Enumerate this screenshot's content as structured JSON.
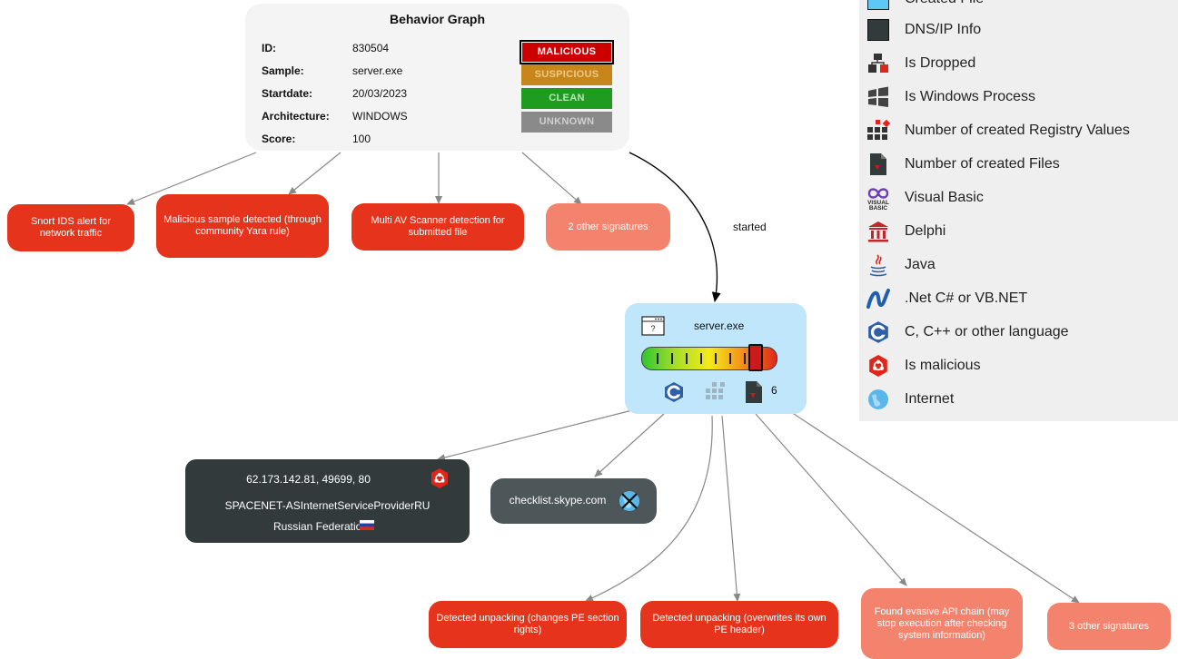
{
  "header": {
    "title": "Behavior Graph",
    "labels": {
      "id": "ID:",
      "sample": "Sample:",
      "startdate": "Startdate:",
      "architecture": "Architecture:",
      "score": "Score:"
    },
    "values": {
      "id": "830504",
      "sample": "server.exe",
      "startdate": "20/03/2023",
      "architecture": "WINDOWS",
      "score": "100"
    },
    "verdicts": [
      "MALICIOUS",
      "SUSPICIOUS",
      "CLEAN",
      "UNKNOWN"
    ],
    "selected_verdict": "MALICIOUS"
  },
  "top_signatures": [
    "Snort IDS alert for network traffic",
    "Malicious sample detected (through community Yara rule)",
    "Multi AV Scanner detection for submitted file",
    "2 other signatures"
  ],
  "edge_label": "started",
  "process": {
    "name": "server.exe",
    "score_level": 0.9,
    "created_files": "6"
  },
  "network": {
    "ip_node": {
      "address": "62.173.142.81, 49699, 80",
      "asn": "SPACENET-ASInternetServiceProviderRU",
      "country": "Russian Federation"
    },
    "domain_node": {
      "domain": "checklist.skype.com"
    }
  },
  "bottom_signatures": [
    "Detected unpacking (changes PE section rights)",
    "Detected unpacking (overwrites its own PE header)",
    "Found evasive API chain (may stop execution after checking system information)",
    "3 other signatures"
  ],
  "legend": [
    {
      "icon": "created-file-icon",
      "label": "Created File",
      "color": "#5bc8f5"
    },
    {
      "icon": "dns-ip-info-icon",
      "label": "DNS/IP Info",
      "color": "#333a3c"
    },
    {
      "icon": "is-dropped-icon",
      "label": "Is Dropped"
    },
    {
      "icon": "windows-process-icon",
      "label": "Is Windows Process"
    },
    {
      "icon": "registry-values-icon",
      "label": "Number of created Registry Values"
    },
    {
      "icon": "created-files-icon",
      "label": "Number of created Files"
    },
    {
      "icon": "visual-basic-icon",
      "label": "Visual Basic"
    },
    {
      "icon": "delphi-icon",
      "label": "Delphi"
    },
    {
      "icon": "java-icon",
      "label": "Java"
    },
    {
      "icon": "dotnet-icon",
      "label": ".Net C# or VB.NET"
    },
    {
      "icon": "c-language-icon",
      "label": "C, C++ or other language"
    },
    {
      "icon": "malicious-icon",
      "label": "Is malicious"
    },
    {
      "icon": "internet-icon",
      "label": "Internet"
    }
  ],
  "colors": {
    "signature_red": "#e6341c",
    "signature_pink": "#f4836e",
    "process_bg": "#bfe6fb",
    "dns_node": "#333a3c"
  }
}
